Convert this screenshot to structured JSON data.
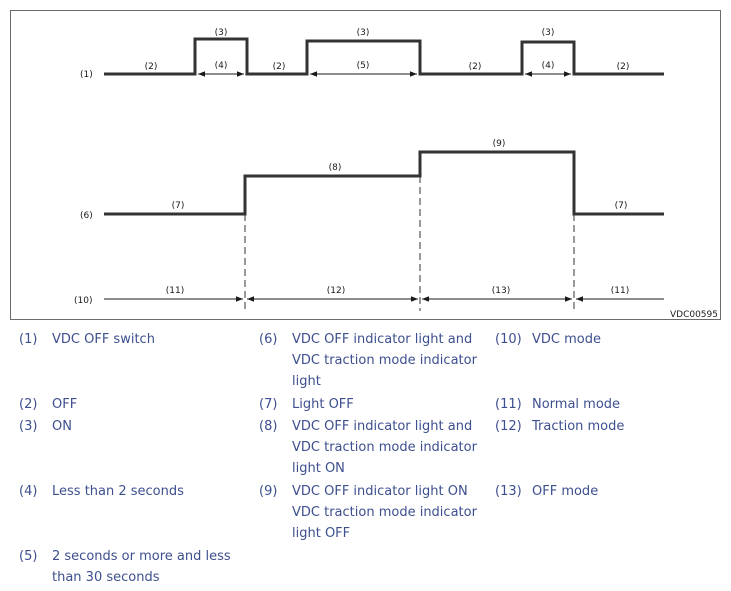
{
  "diagram": {
    "image_code": "VDC00595",
    "rows": {
      "switch": "(1)",
      "light": "(6)",
      "mode": "(10)"
    },
    "switch_labels": {
      "off_1": "(2)",
      "on_1": "(3)",
      "dur_1": "(4)",
      "off_2": "(2)",
      "on_2": "(3)",
      "dur_2": "(5)",
      "off_3": "(2)",
      "on_3": "(3)",
      "dur_3": "(4)",
      "off_4": "(2)"
    },
    "light_labels": {
      "off_a": "(7)",
      "mid": "(8)",
      "high": "(9)",
      "off_b": "(7)"
    },
    "mode_labels": {
      "normal_a": "(11)",
      "traction": "(12)",
      "off_mode": "(13)",
      "normal_b": "(11)"
    }
  },
  "legend": [
    {
      "num": "(1)",
      "text": [
        "VDC OFF switch"
      ]
    },
    {
      "num": "(2)",
      "text": [
        "OFF"
      ]
    },
    {
      "num": "(3)",
      "text": [
        "ON"
      ]
    },
    {
      "num": "(4)",
      "text": [
        "Less than 2 seconds"
      ]
    },
    {
      "num": "(5)",
      "text": [
        "2 seconds or more and less",
        "than 30 seconds"
      ]
    },
    {
      "num": "(6)",
      "text": [
        "VDC OFF indicator light and",
        "VDC traction mode indicator",
        "light"
      ]
    },
    {
      "num": "(7)",
      "text": [
        "Light OFF"
      ]
    },
    {
      "num": "(8)",
      "text": [
        "VDC OFF indicator light and",
        "VDC traction mode indicator",
        "light ON"
      ]
    },
    {
      "num": "(9)",
      "text": [
        "VDC OFF indicator light ON",
        "VDC traction mode indicator",
        "light OFF"
      ]
    },
    {
      "num": "(10)",
      "text": [
        "VDC mode"
      ]
    },
    {
      "num": "(11)",
      "text": [
        "Normal mode"
      ]
    },
    {
      "num": "(12)",
      "text": [
        "Traction mode"
      ]
    },
    {
      "num": "(13)",
      "text": [
        "OFF mode"
      ]
    }
  ]
}
